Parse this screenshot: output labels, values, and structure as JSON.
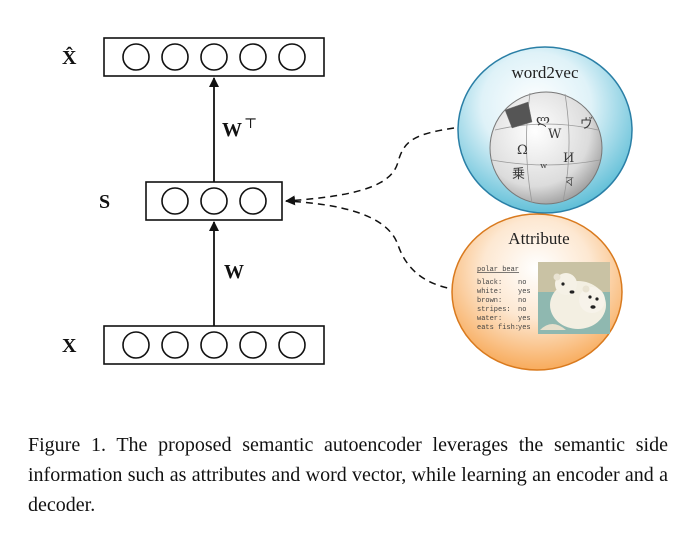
{
  "layers": {
    "x_hat": {
      "label": "X̂",
      "units": 5
    },
    "s": {
      "label": "S",
      "units": 3
    },
    "x": {
      "label": "X",
      "units": 5
    }
  },
  "weights": {
    "encoder": {
      "label": "W"
    },
    "decoder": {
      "label": "W",
      "superscript": "⊤"
    }
  },
  "bubbles": {
    "word2vec": {
      "title": "word2vec",
      "fill": "#4fb8d3"
    },
    "attribute": {
      "title": "Attribute",
      "fill": "#f7a24a",
      "header": "polar bear",
      "rows": [
        {
          "key": "black:",
          "value": "no"
        },
        {
          "key": "white:",
          "value": "yes"
        },
        {
          "key": "brown:",
          "value": "no"
        },
        {
          "key": "stripes:",
          "value": "no"
        },
        {
          "key": "water:",
          "value": "yes"
        },
        {
          "key": "eats fish:",
          "value": "yes"
        }
      ]
    }
  },
  "caption": "Figure 1. The proposed semantic autoencoder leverages the semantic side information such as attributes and word vector, while learning an encoder and a decoder."
}
